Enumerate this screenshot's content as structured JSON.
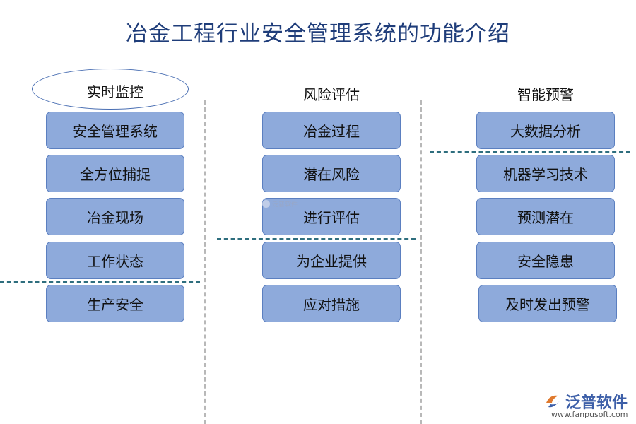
{
  "title": "冶金工程行业安全管理系统的功能介绍",
  "columns": [
    {
      "heading": "实时监控",
      "items": [
        "安全管理系统",
        "全方位捕捉",
        "冶金现场",
        "工作状态",
        "生产安全"
      ]
    },
    {
      "heading": "风险评估",
      "items": [
        "冶金过程",
        "潜在风险",
        "进行评估",
        "为企业提供",
        "应对措施"
      ]
    },
    {
      "heading": "智能预警",
      "items": [
        "大数据分析",
        "机器学习技术",
        "预测潜在",
        "安全隐患",
        "及时发出预警"
      ]
    }
  ],
  "watermark": {
    "center_text": "泛普软件"
  },
  "logo": {
    "name": "泛普软件",
    "url": "www.fanpusoft.com"
  },
  "colors": {
    "box_fill": "#8eaadb",
    "box_border": "#5b7fc0",
    "title": "#1f3d7a",
    "divider": "#2e6e7e"
  }
}
